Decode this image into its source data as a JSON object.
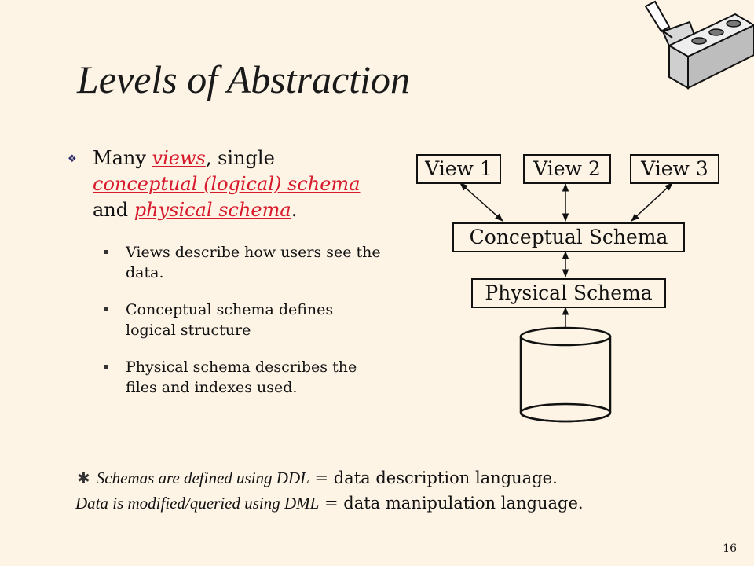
{
  "slide": {
    "title": "Levels of Abstraction",
    "page_number": "16"
  },
  "main_bullet": {
    "t1": "Many ",
    "views": "views",
    "t2": ", single ",
    "conceptual_schema": "conceptual (logical) schema",
    "t3": " and ",
    "physical_schema": "physical schema",
    "t4": "."
  },
  "sub_bullets": [
    "Views describe how users see the data.",
    "Conceptual schema defines logical structure",
    "Physical schema describes the files and indexes used."
  ],
  "diagram": {
    "view1": "View 1",
    "view2": "View 2",
    "view3": "View 3",
    "conceptual": "Conceptual Schema",
    "physical": "Physical Schema"
  },
  "footnote": {
    "line1_italic": "Schemas are defined using DDL",
    "line1_rest": " = data description language.",
    "line2_italic": "Data is modified/queried using DML",
    "line2_rest": " = data manipulation language."
  },
  "colors": {
    "background": "#fdf4e6",
    "highlight": "#d81b2c"
  },
  "icons": {
    "logo": "brick-and-trowel-icon",
    "main_bullet": "diamond-bullet-icon",
    "sub_bullet": "square-bullet-icon",
    "footnote": "asterisk-icon"
  }
}
